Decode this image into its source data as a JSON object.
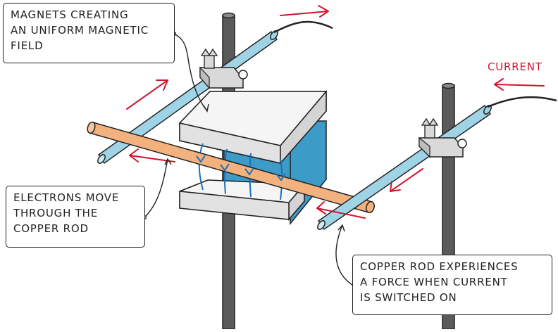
{
  "labels": {
    "magnets": [
      "MAGNETS CREATING",
      "AN UNIFORM MAGNETIC",
      "FIELD"
    ],
    "electrons": [
      "ELECTRONS MOVE",
      "THROUGH THE",
      "COPPER ROD"
    ],
    "force": [
      "COPPER ROD EXPERIENCES",
      "A FORCE WHEN CURRENT",
      "IS SWITCHED ON"
    ],
    "current": "CURRENT"
  },
  "colors": {
    "rail": "#9fd3e6",
    "rod": "#f2b17d",
    "magnet_side": "#3d9cc7",
    "field_line": "#1f6fb8",
    "arrow": "#d0142c",
    "stand": "#5a5a5a",
    "outline": "#222222"
  }
}
